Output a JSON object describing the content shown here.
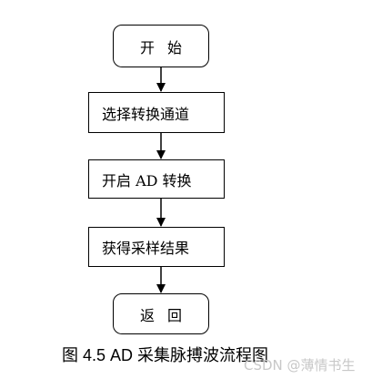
{
  "diagram": {
    "start": "开始",
    "steps": [
      "选择转换通道",
      "开启 AD 转换",
      "获得采样结果"
    ],
    "end": "返回"
  },
  "caption": {
    "prefix": "图 4.5 AD ",
    "text": "采集脉搏波流程图"
  },
  "watermark": "CSDN @薄情书生"
}
